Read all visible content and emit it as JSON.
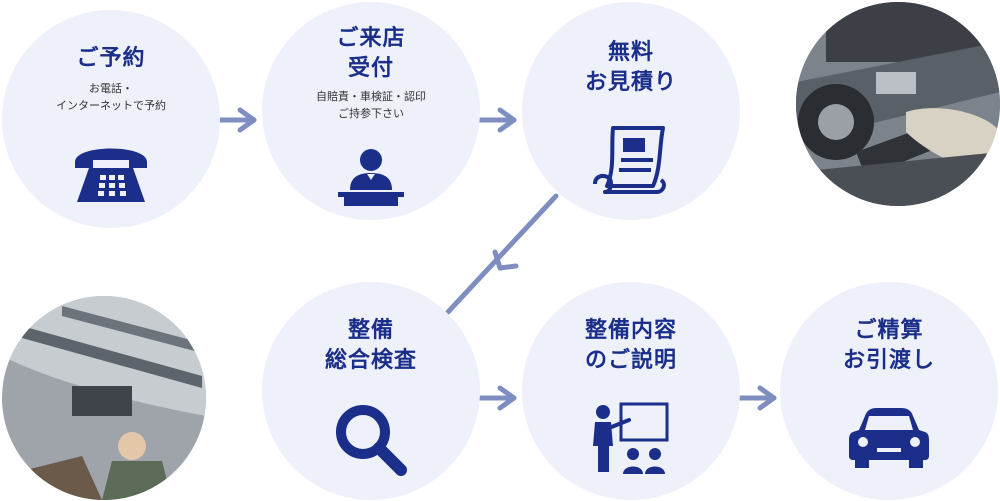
{
  "steps": [
    {
      "title": [
        "ご予約"
      ],
      "sub": [
        "お電話・",
        "インターネットで予約"
      ],
      "icon": "telephone-icon"
    },
    {
      "title": [
        "ご来店",
        "受付"
      ],
      "sub": [
        "自賠責・車検証・認印",
        "ご持参下さい"
      ],
      "icon": "receptionist-icon"
    },
    {
      "title": [
        "無料",
        "お見積り"
      ],
      "sub": [],
      "icon": "estimate-document-icon"
    },
    {
      "title": [
        "整備",
        "総合検査"
      ],
      "sub": [],
      "icon": "magnifier-icon"
    },
    {
      "title": [
        "整備内容",
        "のご説明"
      ],
      "sub": [],
      "icon": "presentation-icon"
    },
    {
      "title": [
        "ご精算",
        "お引渡し"
      ],
      "sub": [],
      "icon": "car-icon"
    }
  ],
  "colors": {
    "circle_bg": "#eef0fa",
    "title": "#1a2e8a",
    "icon": "#1a2e8a",
    "arrow": "#7f8ec0"
  }
}
